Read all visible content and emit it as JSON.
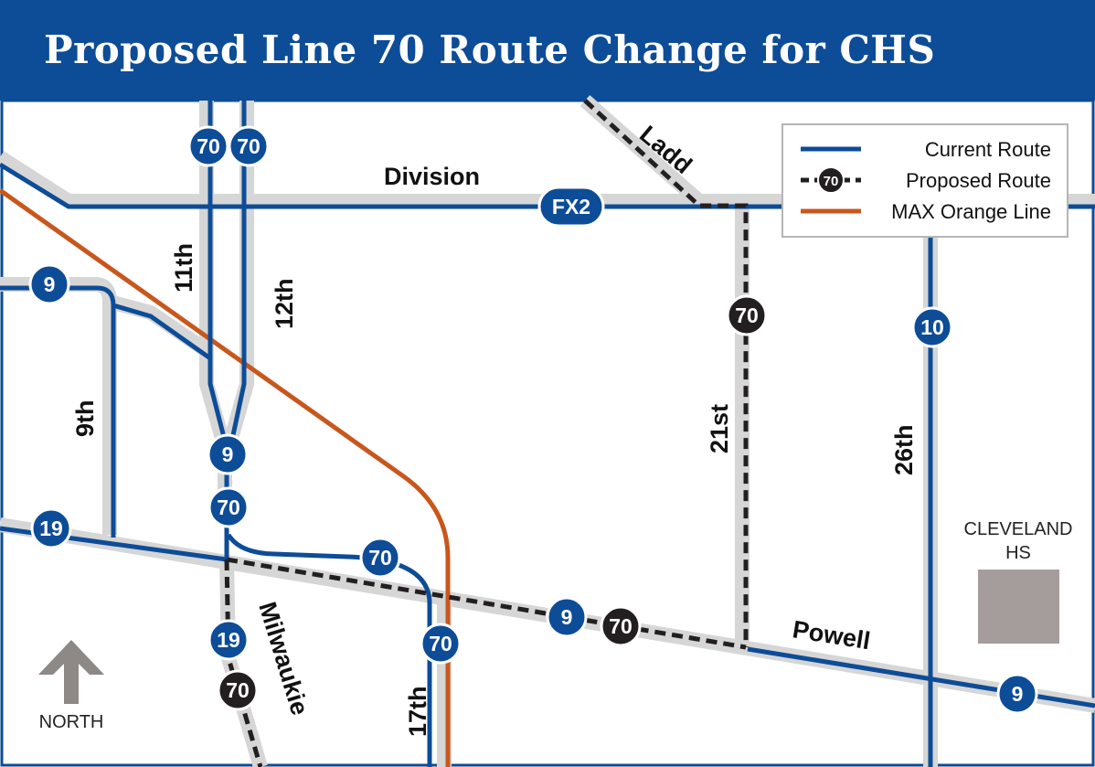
{
  "title": "Proposed Line 70 Route Change for CHS",
  "legend": {
    "current_label": "Current Route",
    "proposed_label": "Proposed Route",
    "proposed_badge": "70",
    "max_label": "MAX Orange Line"
  },
  "streets": {
    "division": "Division",
    "ladd": "Ladd",
    "eleventh": "11th",
    "twelfth": "12th",
    "ninth": "9th",
    "twenty_first": "21st",
    "twenty_sixth": "26th",
    "powell": "Powell",
    "milwaukie": "Milwaukie",
    "seventeenth": "17th"
  },
  "shields": {
    "r70_11th": "70",
    "r70_12th": "70",
    "fx2": "FX2",
    "r9_west": "9",
    "r9_junction": "9",
    "r70_junction": "70",
    "r19_west": "19",
    "r70_curve": "70",
    "r70_17th": "70",
    "r19_milwaukie": "19",
    "r70_milwaukie_proposed": "70",
    "r9_powell": "9",
    "r70_powell_proposed": "70",
    "r70_21st_proposed": "70",
    "r10": "10",
    "r9_east": "9"
  },
  "landmark": {
    "line1": "CLEVELAND",
    "line2": "HS"
  },
  "north_label": "NORTH",
  "colors": {
    "current_route": "#0d4c97",
    "proposed_route": "#231f20",
    "max_orange": "#c8571c",
    "street_casing": "#d6d6d6",
    "landmark": "#a59d9b",
    "title_bar": "#0d4c97"
  }
}
